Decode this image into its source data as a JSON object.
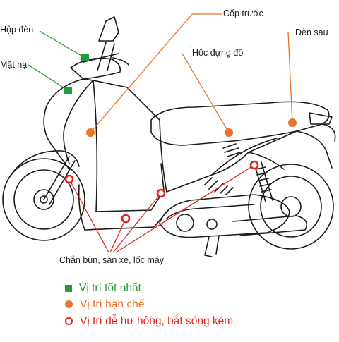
{
  "colors": {
    "best": "#1f9e3a",
    "limited": "#e8742a",
    "weak": "#e2231a",
    "ink": "#1a1a1a"
  },
  "labels": {
    "hop_den": "Hộp đèn",
    "mat_na": "Mặt nạ",
    "cop_truoc": "Cốp trước",
    "hoc_dung_do": "Hộc đựng đồ",
    "den_sau": "Đèn sau",
    "chan_bun": "Chắn bùn, sàn xe, lốc máy"
  },
  "legend": [
    {
      "marker": "green-square",
      "text": "Vị trí tốt nhất"
    },
    {
      "marker": "orange-dot",
      "text": "Vị trí hạn chế"
    },
    {
      "marker": "red-ring",
      "text": "Vị trí dễ hư hỏng, bắt sóng kém"
    }
  ]
}
